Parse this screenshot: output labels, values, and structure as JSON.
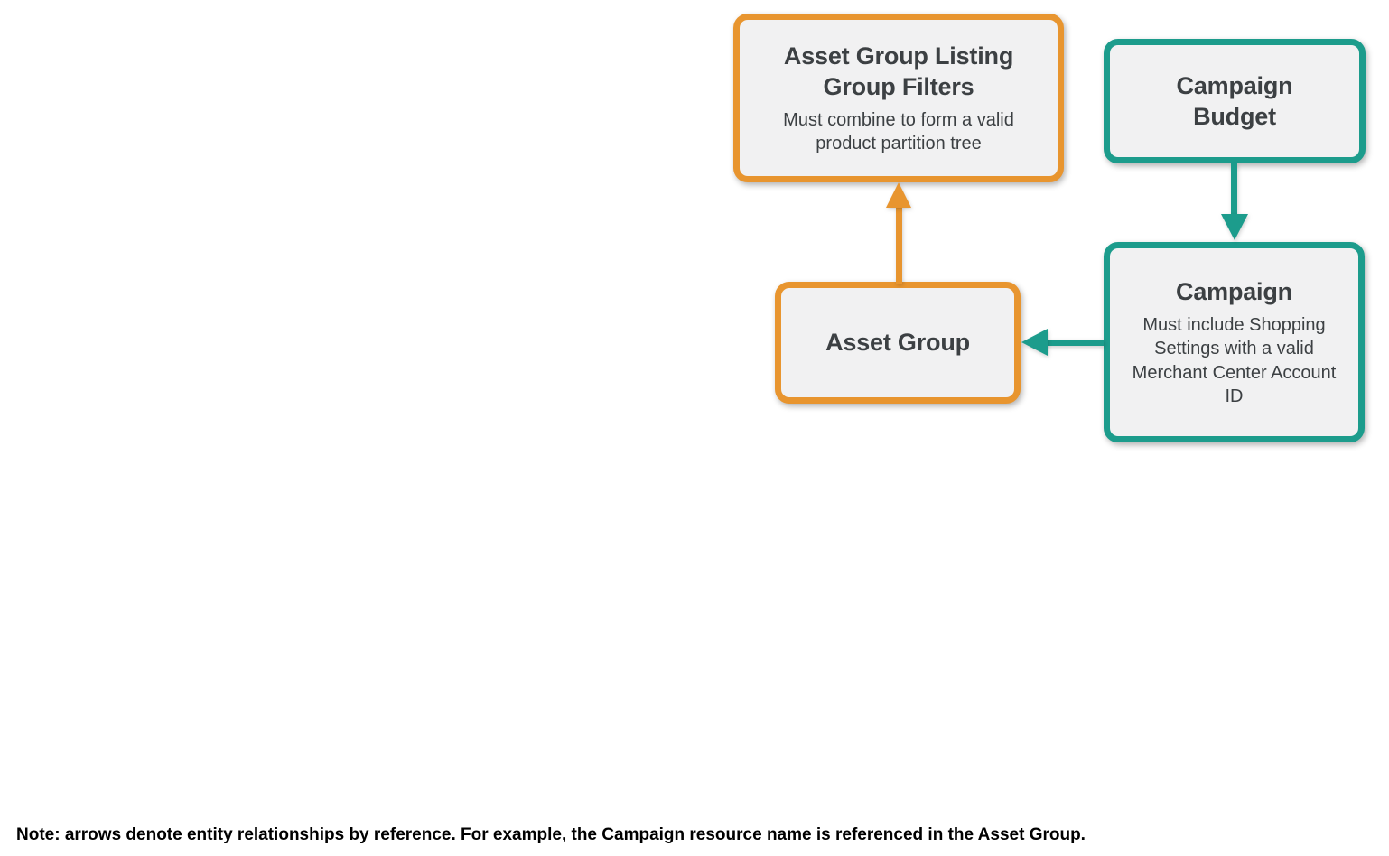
{
  "diagram": {
    "nodes": [
      {
        "title": "Asset Group Listing Group Filters",
        "subtitle": "Must combine to form a valid product partition tree",
        "accent": "orange"
      },
      {
        "title": "Campaign Budget",
        "accent": "teal"
      },
      {
        "title": "Asset Group",
        "accent": "orange"
      },
      {
        "title": "Campaign",
        "subtitle": "Must include Shopping Settings with a valid Merchant Center Account ID",
        "accent": "teal"
      }
    ],
    "edges": [
      {
        "name": "asset-group-to-listing-group-filters",
        "from": "Asset Group",
        "to": "Asset Group Listing Group Filters",
        "color_key": "orange",
        "direction": "up"
      },
      {
        "name": "campaign-budget-to-campaign",
        "from": "Campaign Budget",
        "to": "Campaign",
        "color_key": "teal",
        "direction": "down"
      },
      {
        "name": "campaign-to-asset-group",
        "from": "Campaign",
        "to": "Asset Group",
        "color_key": "teal",
        "direction": "left"
      }
    ],
    "note": "Note: arrows denote entity relationships by reference. For example, the Campaign resource name is referenced in the Asset Group.",
    "colors": {
      "orange": "#E8952F",
      "teal": "#1C9C8C",
      "box_fill": "#F1F1F2",
      "text": "#3C4043",
      "note_text": "#000000",
      "background": "#FFFFFF"
    }
  }
}
